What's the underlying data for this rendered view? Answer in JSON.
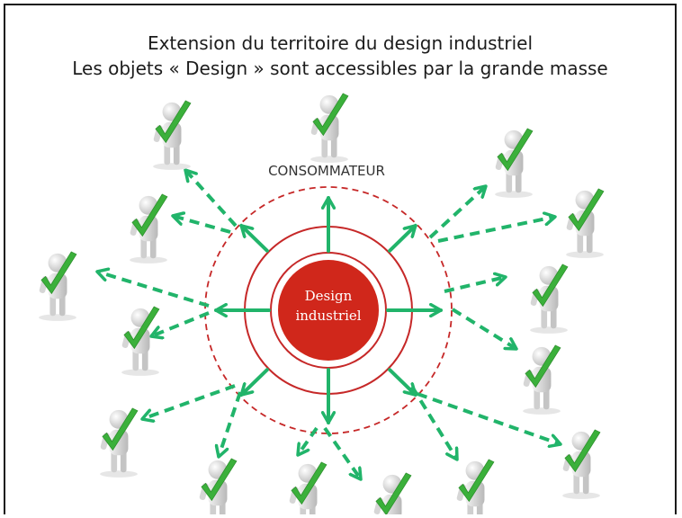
{
  "slide": {
    "title_line1": "Extension du territoire du design industriel",
    "title_line2": "Les objets « Design » sont accessibles par la grande masse"
  },
  "diagram": {
    "core_label_line1": "Design",
    "core_label_line2": "industriel",
    "consumer_label": "CONSOMMATEUR",
    "colors": {
      "core_fill": "#d0271b",
      "ring_stroke": "#c62828",
      "arrow_green": "#21b46a",
      "checkmark_green": "#3bb03b",
      "figure_body": "#dcdcdc"
    },
    "icons": {
      "person": "person-with-checkmark-icon"
    }
  }
}
